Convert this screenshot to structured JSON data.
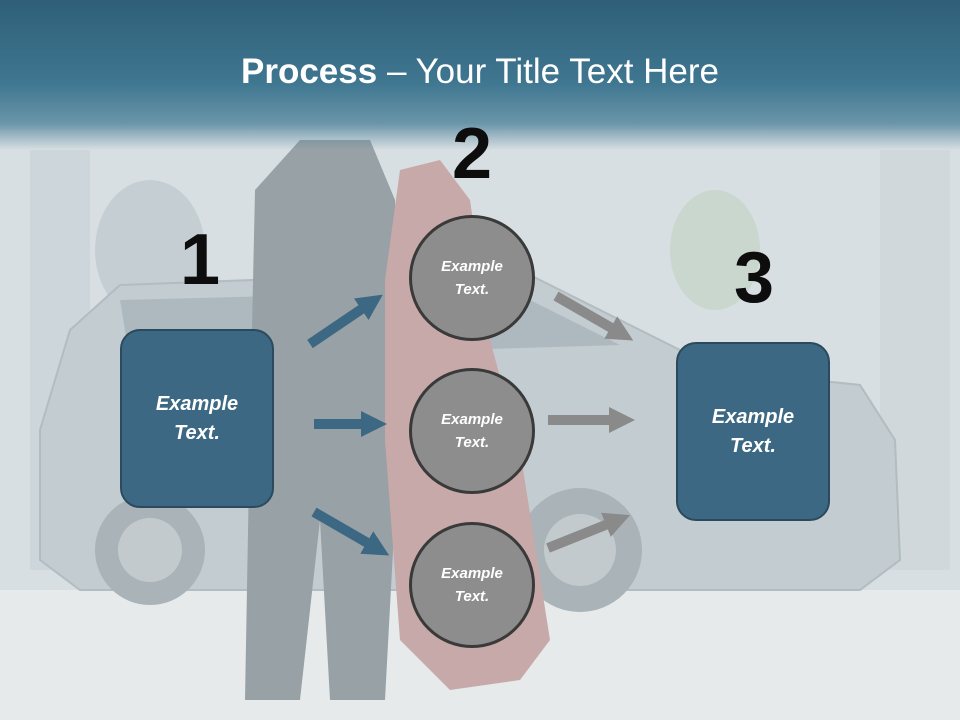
{
  "title": {
    "bold": "Process",
    "dash": " – ",
    "rest": "Your Title Text Here"
  },
  "steps": [
    {
      "number": "1",
      "box": {
        "line1": "Example",
        "line2": "Text."
      }
    },
    {
      "number": "2",
      "circles": [
        {
          "line1": "Example",
          "line2": "Text."
        },
        {
          "line1": "Example",
          "line2": "Text."
        },
        {
          "line1": "Example",
          "line2": "Text."
        }
      ]
    },
    {
      "number": "3",
      "box": {
        "line1": "Example",
        "line2": "Text."
      }
    }
  ],
  "colors": {
    "header": "#3f7690",
    "box": "#3d6883",
    "circle": "#8d8d8d",
    "arrow_blue": "#3d6883",
    "arrow_gray": "#8a8a8a"
  },
  "icons": [
    "arrow-right-icon"
  ]
}
